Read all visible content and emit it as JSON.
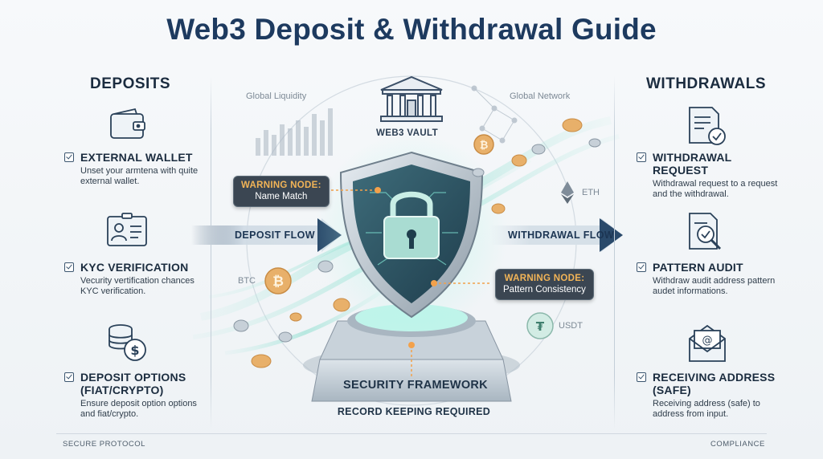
{
  "title": "Web3 Deposit & Withdrawal Guide",
  "deposits": {
    "heading": "DEPOSITS",
    "items": [
      {
        "icon": "wallet-icon",
        "title": "EXTERNAL WALLET",
        "desc": "Unset your armtena with quite external wallet."
      },
      {
        "icon": "id-card-icon",
        "title": "KYC VERIFICATION",
        "desc": "Vecurity vertification chances KYC verification."
      },
      {
        "icon": "coin-stack-icon",
        "title": "DEPOSIT OPTIONS (FIAT/CRYPTO)",
        "desc": "Ensure deposit option options and  fiat/crypto."
      }
    ]
  },
  "withdrawals": {
    "heading": "WITHDRAWALS",
    "items": [
      {
        "icon": "document-check-icon",
        "title": "WITHDRAWAL REQUEST",
        "desc": "Withdrawal request to a request and the withdrawal."
      },
      {
        "icon": "magnifier-document-icon",
        "title": "PATTERN AUDIT",
        "desc": "Withdraw audit address pattern audet informations."
      },
      {
        "icon": "envelope-icon",
        "title": "RECEIVING ADDRESS (SAFE)",
        "desc": "Receiving address (safe) to address from input."
      }
    ]
  },
  "center": {
    "global_liquidity": "Global Liquidity",
    "global_network": "Global Network",
    "vault_label": "WEB3 VAULT",
    "deposit_flow": "DEPOSIT FLOW",
    "withdrawal_flow": "WITHDRAWAL FLOW",
    "warning_1": {
      "title": "WARNING NODE:",
      "sub": "Name Match"
    },
    "warning_2": {
      "title": "WARNING NODE:",
      "sub": "Pattern Consistency"
    },
    "eth": "ETH",
    "btc": "BTC",
    "usdt": "USDT",
    "security_framework": "SECURITY FRAMEWORK",
    "record_keeping": "RECORD KEEPING REQUIRED"
  },
  "footer": {
    "left": "SECURE PROTOCOL",
    "right": "COMPLIANCE"
  },
  "colors": {
    "title": "#1d3a5f",
    "arrow": "#2a4a6b",
    "warning_bg": "#3b4652",
    "warning_title": "#f2b457",
    "shield_glow": "#7fe3d2",
    "coin_gold": "#e8b06a"
  }
}
